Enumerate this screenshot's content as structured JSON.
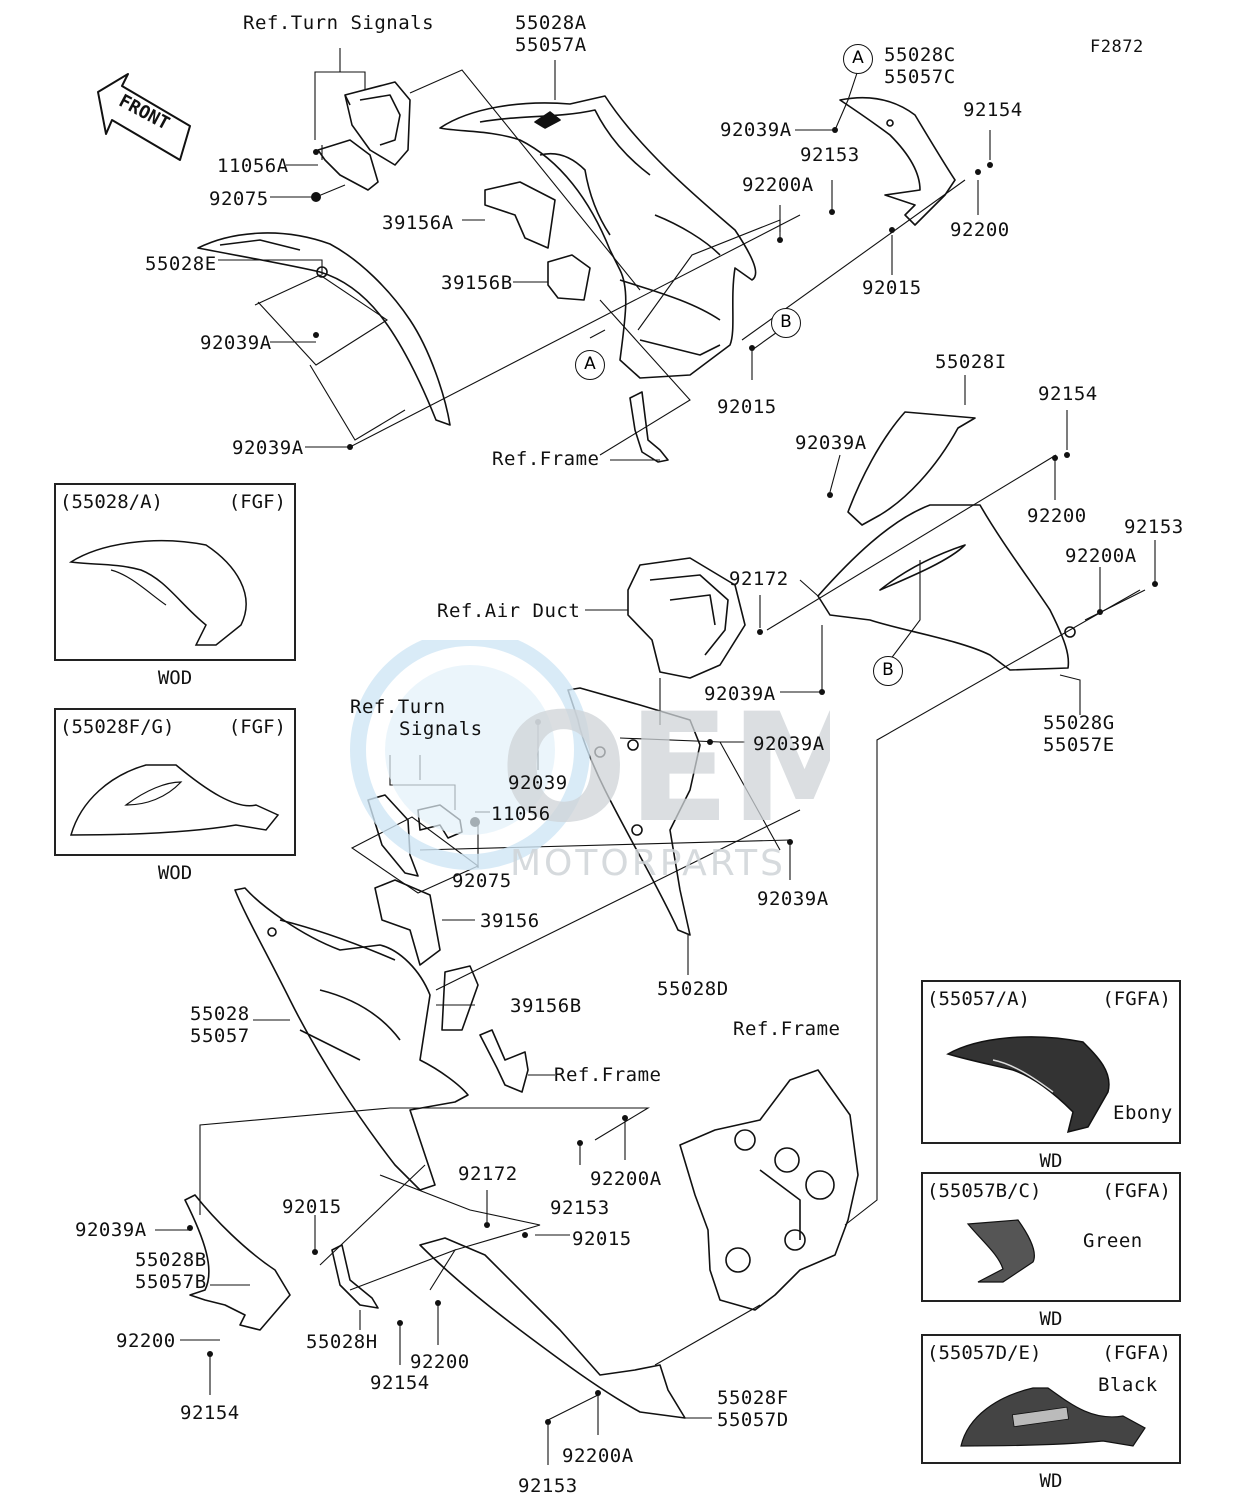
{
  "diagram": {
    "code": "F2872",
    "front_arrow": "FRONT",
    "watermark": {
      "brand": "OEM",
      "sub": "MOTORPARTS"
    },
    "labels": {
      "ref_turn_signals_top": "Ref.Turn Signals",
      "p55028A": "55028A",
      "p55057A": "55057A",
      "p55028C": "55028C",
      "p55057C": "55057C",
      "p92039A_1": "92039A",
      "p92154_1": "92154",
      "p92153_1": "92153",
      "p11056A": "11056A",
      "p92075_1": "92075",
      "p92200A_1": "92200A",
      "p39156A": "39156A",
      "p92200_1": "92200",
      "p55028E": "55028E",
      "p39156B_1": "39156B",
      "p92015_1": "92015",
      "p92039A_2": "92039A",
      "p92015_2": "92015",
      "p92039A_3": "92039A",
      "ref_frame_top": "Ref.Frame",
      "p55028I": "55028I",
      "p92154_2": "92154",
      "p92039A_4": "92039A",
      "p92200_2": "92200",
      "p92153_2": "92153",
      "p92200A_2": "92200A",
      "p92172_1": "92172",
      "ref_air_duct": "Ref.Air Duct",
      "p92039A_5": "92039A",
      "p55028G": "55028G",
      "p55057E": "55057E",
      "ref_turn_signals_mid_1": "Ref.Turn",
      "ref_turn_signals_mid_2": "Signals",
      "p92039": "92039",
      "p92039A_6": "92039A",
      "p11056": "11056",
      "p92075_2": "92075",
      "p92039A_7": "92039A",
      "p39156": "39156",
      "p55028D": "55028D",
      "p55028": "55028",
      "p55057": "55057",
      "p39156B_2": "39156B",
      "ref_frame_mid": "Ref.Frame",
      "ref_frame_low": "Ref.Frame",
      "p92172_2": "92172",
      "p92153_3": "92153",
      "p92200A_3": "92200A",
      "p92015_3": "92015",
      "p92039A_8": "92039A",
      "p92015_4": "92015",
      "p55028B": "55028B",
      "p55057B": "55057B",
      "p92200_3": "92200",
      "p92154_3": "92154",
      "p55028H": "55028H",
      "p92200_4": "92200",
      "p92154_4": "92154",
      "p55028F": "55028F",
      "p55057D": "55057D",
      "p92200A_4": "92200A",
      "p92153_4": "92153"
    },
    "callouts": {
      "a": "A",
      "b": "B"
    },
    "variant_boxes": [
      {
        "code": "(55028/A)",
        "tag": "(FGF)",
        "footer": "WOD"
      },
      {
        "code": "(55028F/G)",
        "tag": "(FGF)",
        "footer": "WOD"
      },
      {
        "code": "(55057/A)",
        "tag": "(FGFA)",
        "footer": "WD",
        "color_label": "Ebony"
      },
      {
        "code": "(55057B/C)",
        "tag": "(FGFA)",
        "footer": "WD",
        "color_label": "Green"
      },
      {
        "code": "(55057D/E)",
        "tag": "(FGFA)",
        "footer": "WD",
        "color_label": "Black"
      }
    ]
  }
}
